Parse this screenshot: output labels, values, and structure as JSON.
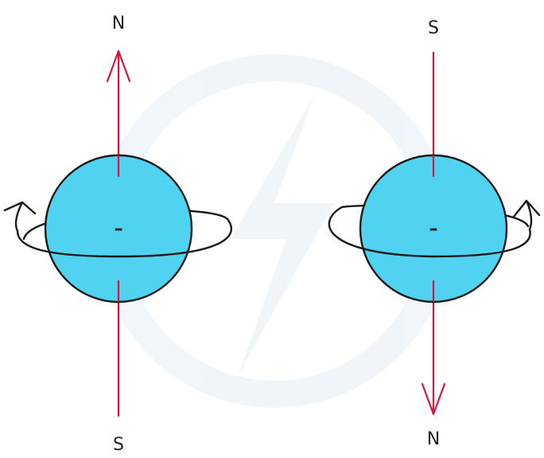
{
  "colors": {
    "sphere_fill": "#4fd3f0",
    "sphere_stroke": "#1a1a1a",
    "axis": "#d4183d",
    "spin_arrow": "#1a1a1a",
    "watermark": "#eef5f8"
  },
  "left_particle": {
    "top_label": "N",
    "bottom_label": "S",
    "charge": "–",
    "axis_arrow_direction": "up",
    "spin_arrow_side": "left"
  },
  "right_particle": {
    "top_label": "S",
    "bottom_label": "N",
    "charge": "–",
    "axis_arrow_direction": "down",
    "spin_arrow_side": "right"
  },
  "icons": {
    "watermark": "lightning-bolt-watermark-icon"
  }
}
